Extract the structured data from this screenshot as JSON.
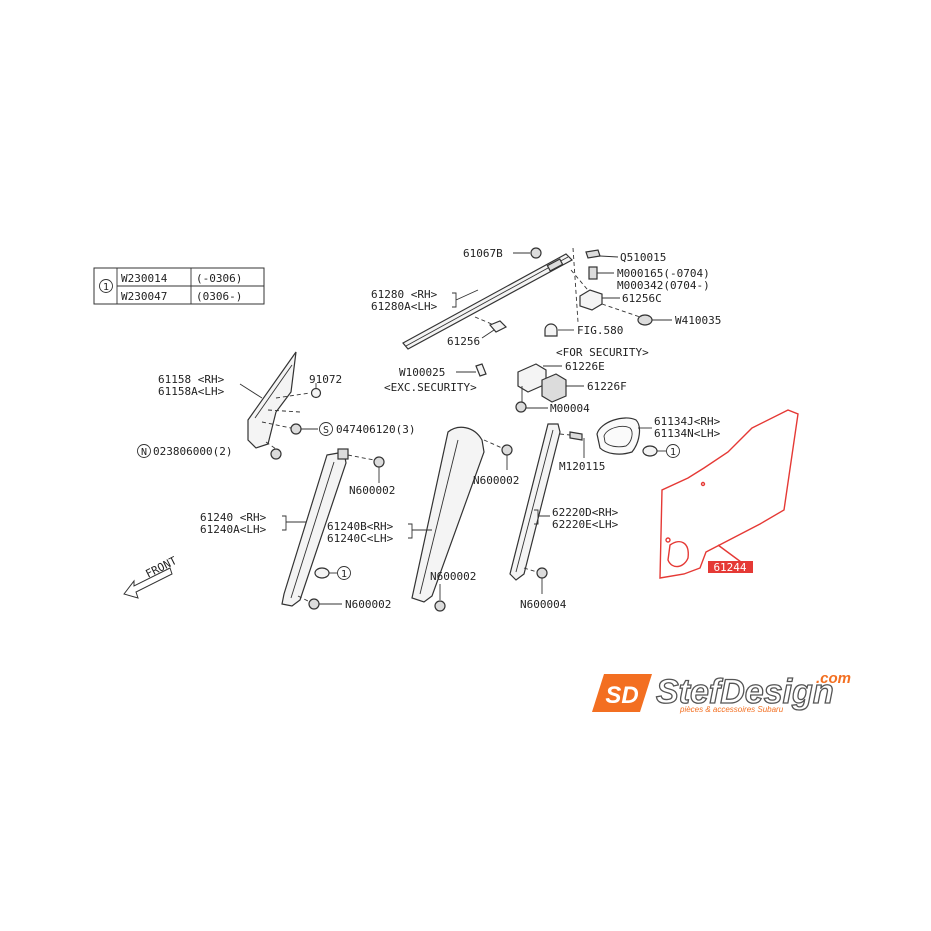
{
  "colors": {
    "highlight": "#e53935",
    "brand_orange": "#f36f21",
    "line": "#333333"
  },
  "table": {
    "symbol": "1",
    "rows": [
      {
        "part": "W230014",
        "range": "(-0306)"
      },
      {
        "part": "W230047",
        "range": "(0306-)"
      }
    ]
  },
  "labels": {
    "p61067b": "61067B",
    "q510015": "Q510015",
    "m000165": "M000165(-0704)",
    "m000342": "M000342(0704-)",
    "p61280rh": "61280 <RH>",
    "p61280alh": "61280A<LH>",
    "p61256c": "61256C",
    "w410035": "W410035",
    "p61256": "61256",
    "fig580": "FIG.580",
    "for_security": "<FOR SECURITY>",
    "p61226e": "61226E",
    "w100025": "W100025",
    "exc_security": "<EXC.SECURITY>",
    "p61226f": "61226F",
    "m00004": "M00004",
    "p61158rh": "61158 <RH>",
    "p61158alh": "61158A<LH>",
    "p91072": "91072",
    "s_symbol": "S",
    "p047406120": "047406120(3)",
    "n_symbol": "N",
    "p023806000": "023806000(2)",
    "p61134j": "61134J<RH>",
    "p61134n": "61134N<LH>",
    "m120115": "M120115",
    "circle1_a": "1",
    "circle1_b": "1",
    "n600002_a": "N600002",
    "n600002_b": "N600002",
    "n600002_c": "N600002",
    "n600002_d": "N600002",
    "p61240rh": "61240 <RH>",
    "p61240alh": "61240A<LH>",
    "p61240brh": "61240B<RH>",
    "p61240clh": "61240C<LH>",
    "p62220d": "62220D<RH>",
    "p62220e": "62220E<LH>",
    "n600004": "N600004",
    "p61244": "61244",
    "front": "FRONT"
  },
  "logo": {
    "mark": "SD",
    "brand": "StefDesign",
    "domain": ".com",
    "tagline": "pièces & accessoires Subaru"
  }
}
